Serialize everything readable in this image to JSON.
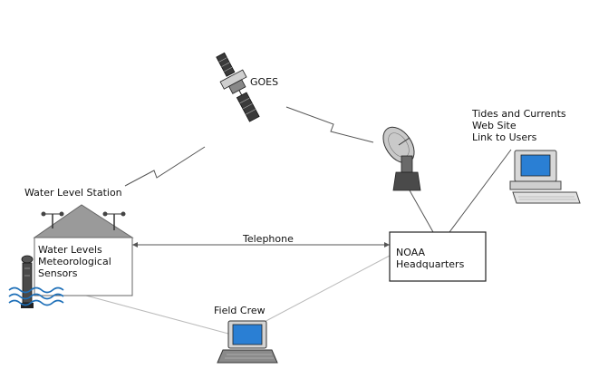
{
  "nodes": {
    "goes": {
      "label": "GOES"
    },
    "station": {
      "label": "Water Level Station",
      "box_lines": [
        "Water Levels",
        "Meteorological",
        "Sensors"
      ]
    },
    "noaa": {
      "box_lines": [
        "NOAA",
        "Headquarters"
      ]
    },
    "web": {
      "lines": [
        "Tides and Currents",
        "Web Site",
        "Link to Users"
      ]
    },
    "field": {
      "label": "Field Crew"
    }
  },
  "links": {
    "telephone": {
      "label": "Telephone"
    }
  },
  "colors": {
    "satellite_panel": "#3a3a3a",
    "roof": "#9a9a9a",
    "water": "#1d6fb8",
    "screen": "#2a7fd4",
    "line": "#555555",
    "dotted_line": "#aaaaaa"
  }
}
